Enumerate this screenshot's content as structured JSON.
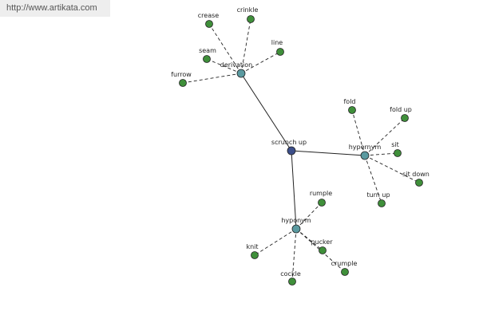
{
  "site": {
    "url_text": "http://www.artikata.com"
  },
  "colors": {
    "center": "#3d4f8a",
    "hub": "#5a9aa0",
    "leaf": "#3f8f3a",
    "edge": "#222222"
  },
  "graph": {
    "center": {
      "label": "scrunch up"
    },
    "hubs": [
      {
        "id": "derivation",
        "label": "derivation"
      },
      {
        "id": "hypernym",
        "label": "hypernym"
      },
      {
        "id": "hyponym",
        "label": "hyponym"
      }
    ],
    "leaves": {
      "derivation": [
        "crease",
        "crinkle",
        "seam",
        "line",
        "furrow"
      ],
      "hypernym": [
        "fold",
        "fold up",
        "sit",
        "sit down",
        "turn up"
      ],
      "hyponym": [
        "rumple",
        "pucker",
        "crumple",
        "knit",
        "cockle"
      ]
    }
  }
}
